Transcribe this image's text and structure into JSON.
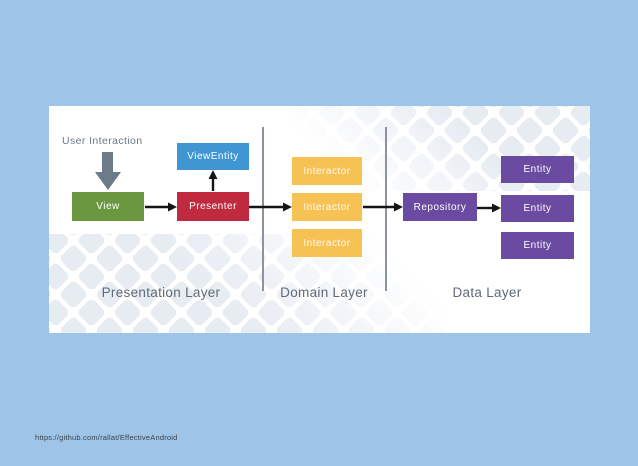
{
  "slide": {
    "footer_url": "https://github.com/rallat/EffectiveAndroid"
  },
  "diagram": {
    "user_interaction_label": "User Interaction",
    "nodes": {
      "view": {
        "label": "View",
        "color": "#6a9740"
      },
      "presenter": {
        "label": "Presenter",
        "color": "#c02a3e"
      },
      "view_entity": {
        "label": "ViewEntity",
        "color": "#3f96d3"
      },
      "interactor": {
        "label": "Interactor",
        "color": "#f6c254"
      },
      "repository": {
        "label": "Repository",
        "color": "#6b4ba1"
      },
      "entity": {
        "label": "Entity",
        "color": "#6b4ba1"
      }
    },
    "layers": {
      "presentation": "Presentation Layer",
      "domain": "Domain Layer",
      "data": "Data Layer"
    },
    "colors": {
      "background": "#9ec4e8",
      "panel": "#ffffff",
      "pattern": "#e7ecf3",
      "divider": "#8b949d",
      "arrow": "#151515",
      "gray_arrow": "#6d7a87",
      "layer_label": "#5d6a77"
    }
  }
}
